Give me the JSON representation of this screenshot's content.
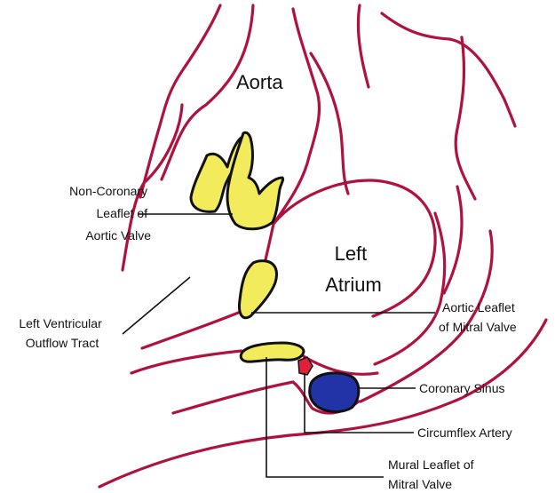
{
  "labels": {
    "aorta": "Aorta",
    "left_atrium": [
      "Left",
      "Atrium"
    ],
    "non_coronary": [
      "Non-Coronary",
      "Leaflet of",
      "Aortic Valve"
    ],
    "lvot": [
      "Left Ventricular",
      "Outflow Tract"
    ],
    "aortic_leaflet_mitral": [
      "Aortic Leaflet",
      "of Mitral Valve"
    ],
    "coronary_sinus": "Coronary Sinus",
    "circumflex_artery": "Circumflex Artery",
    "mural_leaflet_mitral": [
      "Mural Leaflet of",
      "Mitral Valve"
    ]
  },
  "colors": {
    "wall": "#b0123f",
    "leaflet": "#f2ec5c",
    "coronary_sinus": "#2233a8",
    "circumflex": "#e01f3d",
    "outline": "#111111"
  }
}
